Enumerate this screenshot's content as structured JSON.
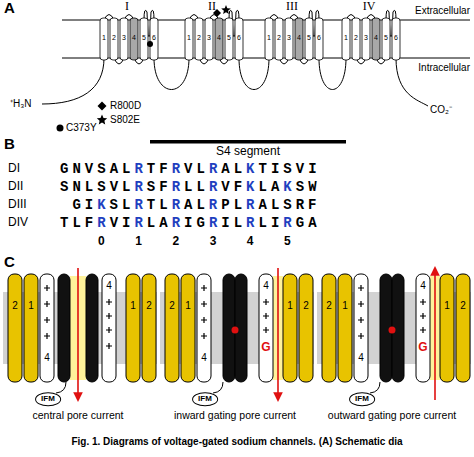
{
  "diagram": {
    "caption": "Fig. 1. Diagrams of voltage-gated sodium channels. (A) Schematic dia",
    "nodes": [
      {
        "text": [
          "IFM"
        ]
      },
      {
        "text": [
          "IFM"
        ]
      },
      {
        "text": [
          "IFM"
        ]
      }
    ],
    "labels": [
      "A",
      "I",
      "II",
      "III",
      "IV",
      "Extracellular",
      "Intracellular",
      "⁺H₃N",
      "CO₂⁻",
      "1",
      "2",
      "3",
      "4",
      "5",
      "6",
      "1",
      "2",
      "3",
      "4",
      "5",
      "6",
      "1",
      "2",
      "3",
      "4",
      "5",
      "6",
      "1",
      "2",
      "3",
      "4",
      "5",
      "6",
      "B",
      "S4 segment",
      "DI",
      "DII",
      "DIII",
      "DIV",
      "GNVSALRTFRVLRALKTISVI",
      "SNLSVLRSFRLLRVFKLAKSW",
      "GIKSLRTLRALRPLRALSRF",
      "TLFRVIRLARIGRILRLIRGA",
      "0",
      "1",
      "2",
      "3",
      "4",
      "5",
      "C",
      "2",
      "1",
      "4",
      "4",
      "1",
      "2",
      "2",
      "1",
      "4",
      "4",
      "1",
      "2",
      "2",
      "1",
      "4",
      "4",
      "1",
      "2",
      "G",
      "G",
      "central pore current",
      "inward gating pore current",
      "outward gating pore current"
    ],
    "legend": [
      {
        "text": "C373Y"
      },
      {
        "text": "R800D"
      },
      {
        "text": "S802E"
      }
    ]
  }
}
